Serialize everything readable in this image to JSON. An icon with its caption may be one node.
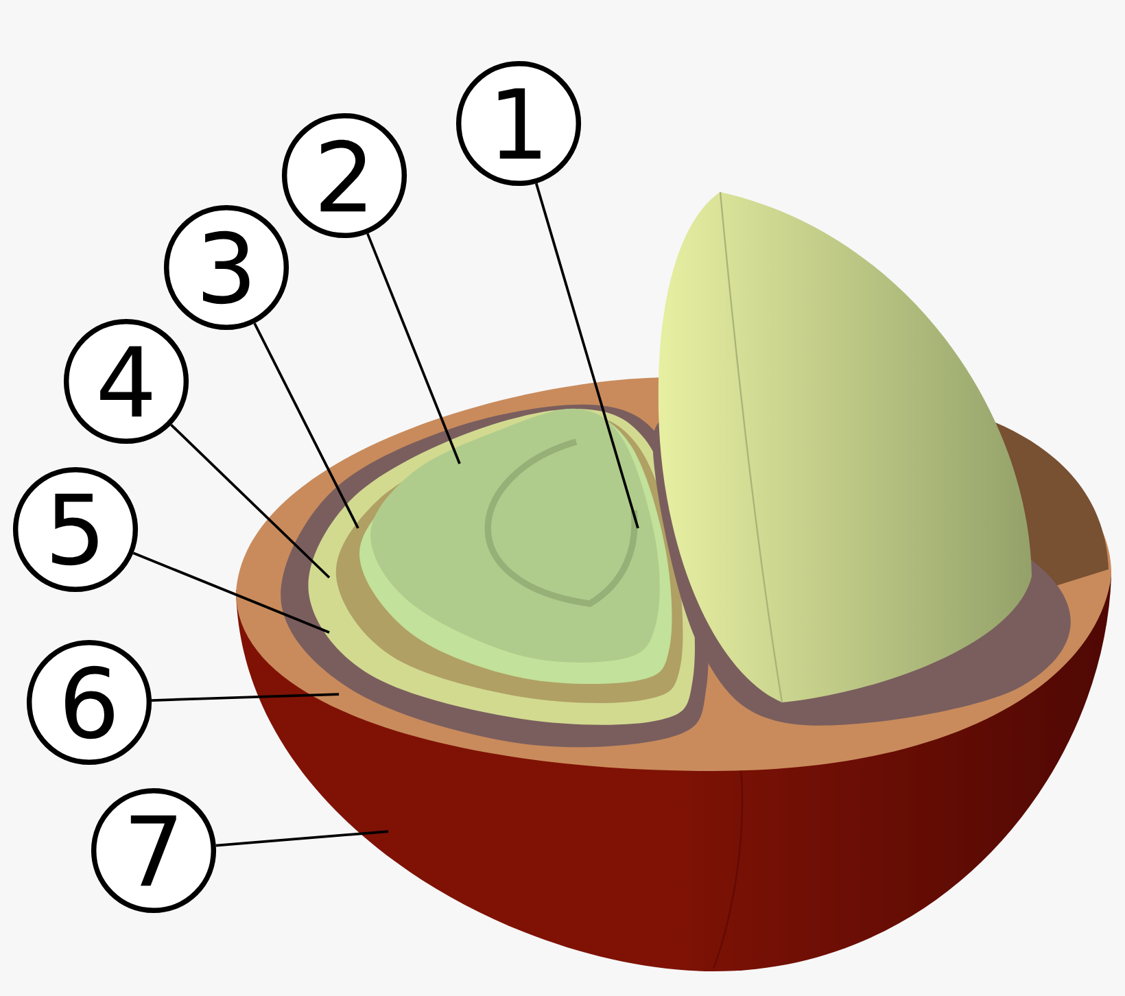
{
  "diagram": {
    "nodes": [
      {
        "text": [
          "1"
        ]
      },
      {
        "text": [
          "2"
        ]
      },
      {
        "text": [
          "3"
        ]
      },
      {
        "text": [
          "4"
        ]
      },
      {
        "text": [
          "5"
        ]
      },
      {
        "text": [
          "6"
        ]
      },
      {
        "text": [
          "7"
        ]
      }
    ],
    "edges": [
      {
        "from": 0,
        "to": null,
        "arrow": "none"
      },
      {
        "from": 1,
        "to": null,
        "arrow": "none"
      },
      {
        "from": 2,
        "to": null,
        "arrow": "none"
      },
      {
        "from": 3,
        "to": null,
        "arrow": "none"
      },
      {
        "from": 4,
        "to": null,
        "arrow": "none"
      },
      {
        "from": 5,
        "to": null,
        "arrow": "none"
      },
      {
        "from": 6,
        "to": null,
        "arrow": "none"
      }
    ]
  }
}
